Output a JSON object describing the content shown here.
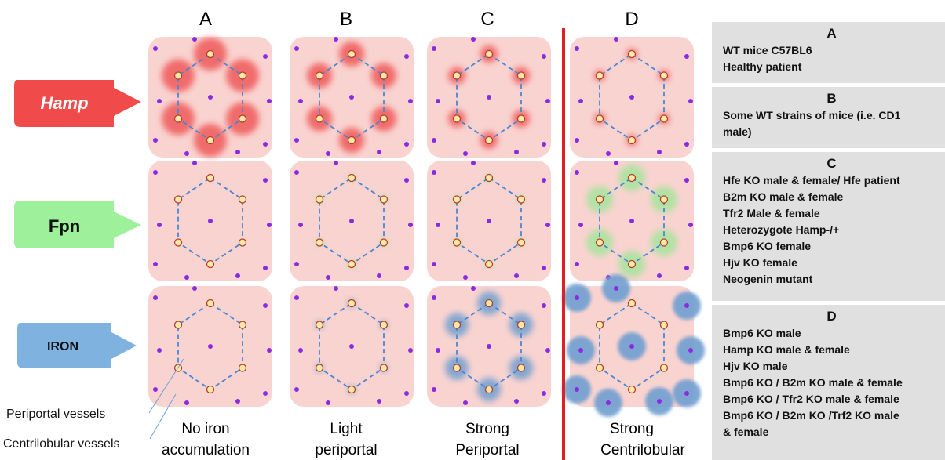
{
  "columns": {
    "A": {
      "letter": "A",
      "caption": [
        "No iron",
        "accumulation"
      ]
    },
    "B": {
      "letter": "B",
      "caption": [
        "Light",
        "periportal"
      ]
    },
    "C": {
      "letter": "C",
      "caption": [
        "Strong",
        "Periportal"
      ]
    },
    "D": {
      "letter": "D",
      "caption": [
        "Strong",
        "Centrilobular"
      ]
    }
  },
  "rows": {
    "hamp": {
      "label": "Hamp",
      "color": "#f04a4a"
    },
    "fpn": {
      "label": "Fpn",
      "color": "#9ef09a"
    },
    "iron": {
      "label": "IRON",
      "color": "#7fb2de"
    }
  },
  "legend": {
    "periportal": "Periportal vessels",
    "centrilobular": "Centrilobular vessels"
  },
  "colors": {
    "panel": "#f9d3d0",
    "hamp_blob": "#ef5a5a",
    "fpn_blob": "#a6e49c",
    "iron_blob": "#6f9fd0",
    "vessel_periportal": "#fde8a8",
    "vessel_centrilobular": "#8a2be2",
    "hex_line": "#4a86d6",
    "divider": "#e02020"
  },
  "side_panels": [
    {
      "title": "A",
      "lines": [
        "WT mice C57BL6",
        "Healthy patient"
      ]
    },
    {
      "title": "B",
      "lines": [
        "Some WT strains of mice (i.e. CD1",
        "male)"
      ]
    },
    {
      "title": "C",
      "lines": [
        "Hfe KO male & female/ Hfe patient",
        "B2m KO male & female",
        "Tfr2 Male & female",
        "Heterozygote Hamp-/+",
        "Bmp6 KO female",
        "Hjv KO female",
        "Neogenin mutant"
      ]
    },
    {
      "title": "D",
      "lines": [
        "Bmp6 KO  male",
        "Hamp KO male & female",
        "Hjv KO male",
        "Bmp6 KO / B2m KO male & female",
        "Bmp6 KO / Tfr2 KO male & female",
        "Bmp6 KO / B2m KO /Trf2 KO  male",
        "& female"
      ]
    }
  ]
}
